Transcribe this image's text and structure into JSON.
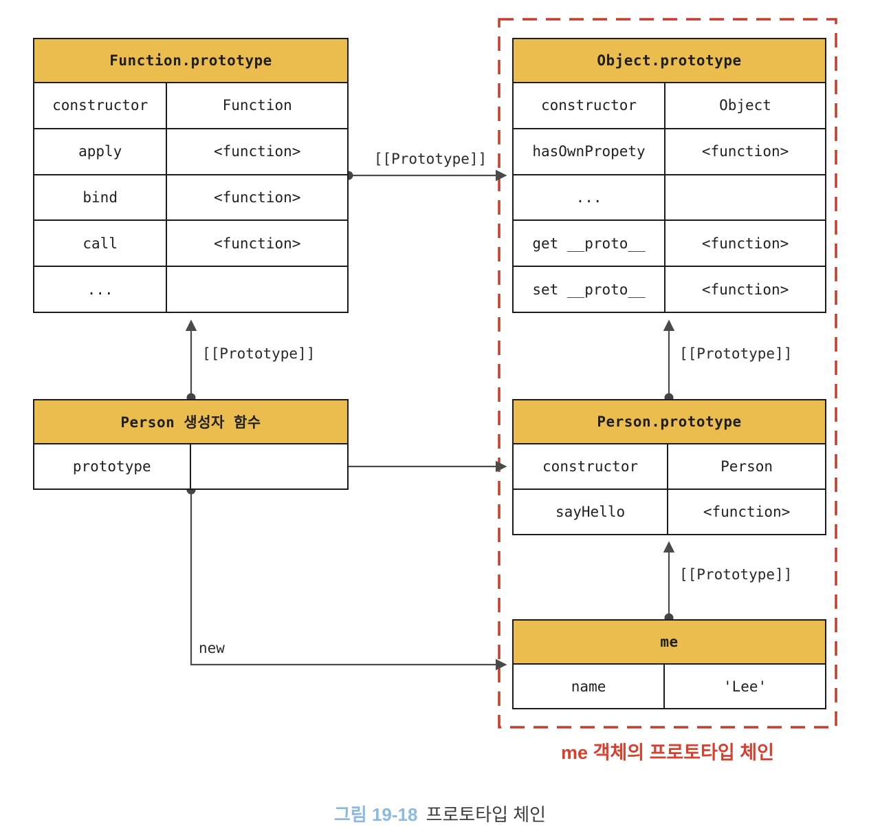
{
  "tables": {
    "function_prototype": {
      "title": "Function.prototype",
      "rows": [
        [
          "constructor",
          "Function"
        ],
        [
          "apply",
          "<function>"
        ],
        [
          "bind",
          "<function>"
        ],
        [
          "call",
          "<function>"
        ],
        [
          "...",
          ""
        ]
      ]
    },
    "object_prototype": {
      "title": "Object.prototype",
      "rows": [
        [
          "constructor",
          "Object"
        ],
        [
          "hasOwnPropety",
          "<function>"
        ],
        [
          "...",
          ""
        ],
        [
          "get __proto__",
          "<function>"
        ],
        [
          "set __proto__",
          "<function>"
        ]
      ]
    },
    "person_constructor": {
      "title": "Person 생성자 함수",
      "rows": [
        [
          "prototype",
          ""
        ]
      ]
    },
    "person_prototype": {
      "title": "Person.prototype",
      "rows": [
        [
          "constructor",
          "Person"
        ],
        [
          "sayHello",
          "<function>"
        ]
      ]
    },
    "me": {
      "title": "me",
      "rows": [
        [
          "name",
          "'Lee'"
        ]
      ]
    }
  },
  "labels": {
    "prototype_top": "[[Prototype]]",
    "prototype_left": "[[Prototype]]",
    "prototype_right_upper": "[[Prototype]]",
    "prototype_right_lower": "[[Prototype]]",
    "new_label": "new",
    "chain_label": "me 객체의 프로토타입 체인"
  },
  "caption": {
    "number": "그림 19-18",
    "text": "프로토타입 체인"
  },
  "colors": {
    "header_yellow": "#EBBD4E",
    "table_border": "#1B1B1B",
    "arrow_gray": "#4A4A4A",
    "dashed_red": "#C63D2D",
    "chain_label_red": "#D6402C",
    "caption_blue": "#8CB9E0"
  }
}
